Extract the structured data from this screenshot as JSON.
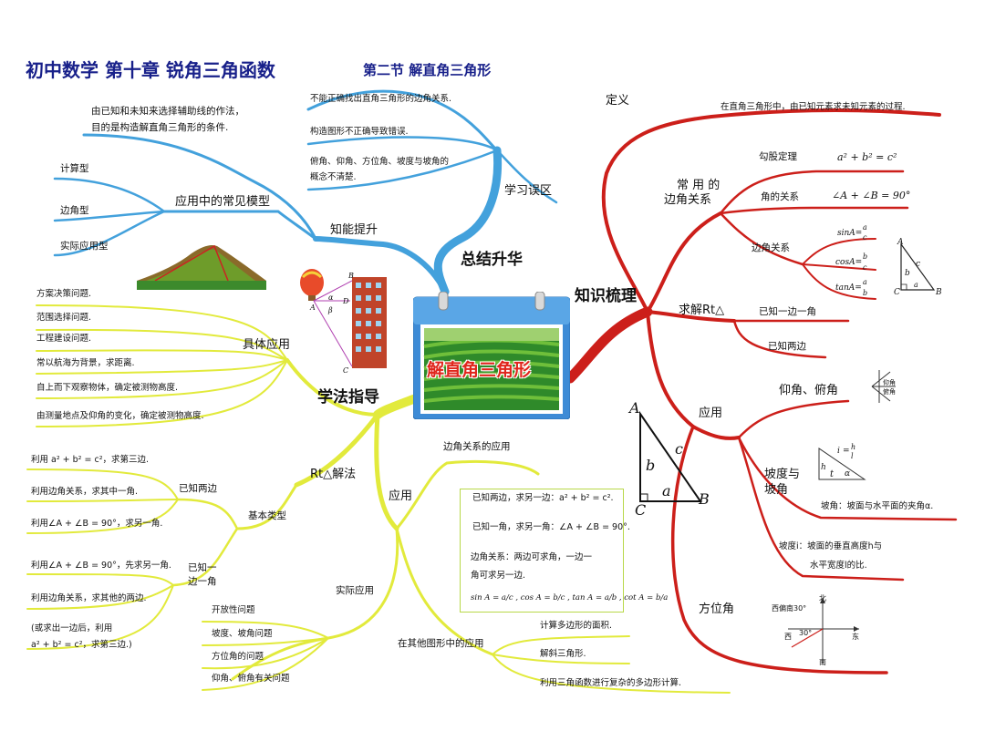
{
  "title": {
    "main": "初中数学    第十章    锐角三角函数",
    "section": "第二节    解直角三角形"
  },
  "center": {
    "label": "解直角三角形",
    "colors": {
      "calendar_top": "#3d8bd6",
      "label": "#e0261c",
      "field": "#2f8a2a"
    }
  },
  "branch_colors": {
    "blue": "#43a1dc",
    "red": "#cc1f1a",
    "yellow": "#e2ea3c"
  },
  "summary": {
    "label": "总结升华",
    "improve": {
      "label": "知能提升",
      "method_note_1": "由已知和未知来选择辅助线的作法，",
      "method_note_2": "目的是构造解直角三角形的条件.",
      "models_label": "应用中的常见模型",
      "models": [
        "计算型",
        "边角型",
        "实际应用型"
      ]
    },
    "mistakes": {
      "label": "学习误区",
      "items": [
        "不能正确找出直角三角形的边角关系.",
        "构造图形不正确导致错误.",
        "俯角、仰角、方位角、坡度与坡角的",
        "概念不清楚."
      ]
    }
  },
  "knowledge": {
    "label": "知识梳理",
    "definition": {
      "label": "定义",
      "text": "在直角三角形中，由已知元素求未知元素的过程."
    },
    "relations": {
      "label_1": "常  用  的",
      "label_2": "边角关系",
      "pythag": {
        "label": "勾股定理",
        "formula": "a² + b² = c²"
      },
      "angles": {
        "label": "角的关系",
        "formula": "∠A + ∠B = 90°"
      },
      "trig": {
        "label": "边角关系",
        "sin": "sinA=",
        "sin_frac": [
          "a",
          "c"
        ],
        "cos": "cosA=",
        "cos_frac": [
          "b",
          "c"
        ],
        "tan": "tanA=",
        "tan_frac": [
          "a",
          "b"
        ]
      }
    },
    "solve": {
      "label": "求解Rt△",
      "items": [
        "已知一边一角",
        "已知两边"
      ]
    },
    "application": {
      "label": "应用",
      "elevation": "仰角、俯角",
      "slope_label_1": "坡度与",
      "slope_label_2": "坡角",
      "slope_angle": "坡角：坡面与水平面的夹角α.",
      "slope_ratio_1": "坡度i：坡面的垂直高度h与",
      "slope_ratio_2": "水平宽度l的比.",
      "bearing": "方位角",
      "compass": {
        "north": "北",
        "south": "南",
        "east": "东",
        "west": "西",
        "note": "西偏南30°",
        "angle": "30°"
      },
      "slope_fig": {
        "i": "i",
        "eq": "=",
        "h": "h",
        "l": "l",
        "t": "t",
        "alpha": "α"
      },
      "look_fig": {
        "up": "仰角",
        "down": "俯角"
      }
    }
  },
  "triangle": {
    "A": "A",
    "B": "B",
    "C": "C",
    "a": "a",
    "b": "b",
    "c": "c"
  },
  "study": {
    "label": "学法指导",
    "concrete": {
      "label": "具体应用",
      "items": [
        "方案决策问题.",
        "范围选择问题.",
        "工程建设问题.",
        "常以航海为背景，求距离.",
        "自上而下观察物体，确定被测物高度.",
        "由测量地点及仰角的变化，确定被测物高度."
      ]
    },
    "rt": {
      "label": "Rt△解法",
      "basic": {
        "label": "基本类型",
        "two_sides": {
          "label": "已知两边",
          "items": [
            "利用  a² + b² = c²，求第三边.",
            "利用边角关系，求其中一角.",
            "利用∠A + ∠B = 90°，求另一角."
          ]
        },
        "side_angle": {
          "label_1": "已知一",
          "label_2": "边一角",
          "items": [
            "利用∠A + ∠B = 90°，先求另一角.",
            "利用边角关系，求其他的两边.",
            "(或求出一边后，利用",
            "a² + b² = c²，求第三边.)"
          ]
        }
      },
      "practical": {
        "label": "实际应用",
        "items": [
          "开放性问题",
          "坡度、坡角问题",
          "方位角的问题",
          "仰角、俯角有关问题"
        ]
      }
    },
    "apply": {
      "label": "应用",
      "relation": {
        "label": "边角关系的应用",
        "lines": [
          "已知两边，求另一边：a² + b² = c².",
          "已知一角，求另一角：∠A + ∠B = 90°.",
          "边角关系：两边可求角，一边一",
          "角可求另一边."
        ],
        "trig_line": "sin A = a/c , cos A = b/c , tan A = a/b , cot A = b/a"
      },
      "other": {
        "label": "在其他图形中的应用",
        "items": [
          "计算多边形的面积.",
          "解斜三角形.",
          "利用三角函数进行复杂的多边形计算."
        ]
      }
    }
  },
  "pictures": {
    "tower": {
      "A": "A",
      "B": "B",
      "C": "C",
      "D": "D",
      "alpha": "α",
      "beta": "β"
    }
  }
}
